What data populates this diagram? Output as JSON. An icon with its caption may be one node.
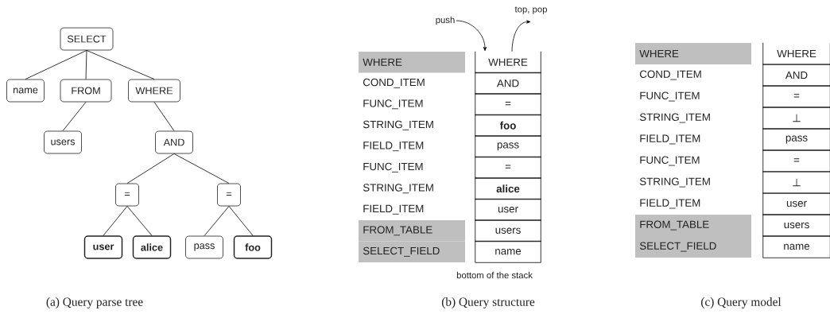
{
  "diagram": {
    "nodes": [
      {
        "text": [
          "SELECT"
        ]
      },
      {
        "text": [
          "name"
        ]
      },
      {
        "text": [
          "FROM"
        ]
      },
      {
        "text": [
          "WHERE"
        ]
      },
      {
        "text": [
          "users"
        ]
      },
      {
        "text": [
          "AND"
        ]
      },
      {
        "text": [
          "="
        ]
      },
      {
        "text": [
          "="
        ]
      },
      {
        "text": [
          "user"
        ]
      },
      {
        "text": [
          "alice"
        ]
      },
      {
        "text": [
          "pass"
        ]
      },
      {
        "text": [
          "foo"
        ]
      },
      {
        "text": [
          "push"
        ]
      },
      {
        "text": [
          "top, pop"
        ]
      },
      {
        "text": [
          "WHERE"
        ]
      },
      {
        "text": [
          "AND"
        ]
      },
      {
        "text": [
          "="
        ]
      },
      {
        "text": [
          "foo"
        ]
      },
      {
        "text": [
          "pass"
        ]
      },
      {
        "text": [
          "="
        ]
      },
      {
        "text": [
          "alice"
        ]
      },
      {
        "text": [
          "user"
        ]
      },
      {
        "text": [
          "users"
        ]
      },
      {
        "text": [
          "name"
        ]
      },
      {
        "text": [
          "WHERE"
        ]
      },
      {
        "text": [
          "AND"
        ]
      },
      {
        "text": [
          "="
        ]
      },
      {
        "text": [
          "⊥"
        ]
      },
      {
        "text": [
          "pass"
        ]
      },
      {
        "text": [
          "="
        ]
      },
      {
        "text": [
          "⊥"
        ]
      },
      {
        "text": [
          "user"
        ]
      },
      {
        "text": [
          "users"
        ]
      },
      {
        "text": [
          "name"
        ]
      }
    ],
    "edges": [
      {
        "from": 0,
        "to": 1,
        "arrow": "none"
      },
      {
        "from": 0,
        "to": 2,
        "arrow": "none"
      },
      {
        "from": 0,
        "to": 3,
        "arrow": "none"
      },
      {
        "from": 2,
        "to": 4,
        "arrow": "none"
      },
      {
        "from": 3,
        "to": 5,
        "arrow": "none"
      },
      {
        "from": 5,
        "to": 6,
        "arrow": "none"
      },
      {
        "from": 5,
        "to": 7,
        "arrow": "none"
      },
      {
        "from": 6,
        "to": 8,
        "arrow": "none"
      },
      {
        "from": 6,
        "to": 9,
        "arrow": "none"
      },
      {
        "from": 7,
        "to": 10,
        "arrow": "none"
      },
      {
        "from": 7,
        "to": 11,
        "arrow": "none"
      },
      {
        "from": 12,
        "to": 14,
        "arrow": "to"
      },
      {
        "from": 14,
        "to": 13,
        "arrow": "to"
      }
    ],
    "labels": [
      "WHERE",
      "COND_ITEM",
      "FUNC_ITEM",
      "STRING_ITEM",
      "FIELD_ITEM",
      "FUNC_ITEM",
      "STRING_ITEM",
      "FIELD_ITEM",
      "FROM_TABLE",
      "SELECT_FIELD",
      "bottom of the stack",
      "WHERE",
      "COND_ITEM",
      "FUNC_ITEM",
      "STRING_ITEM",
      "FIELD_ITEM",
      "FUNC_ITEM",
      "STRING_ITEM",
      "FIELD_ITEM",
      "FROM_TABLE",
      "SELECT_FIELD",
      "(a) Query parse tree",
      "(b) Query structure",
      "(c) Query model"
    ]
  }
}
